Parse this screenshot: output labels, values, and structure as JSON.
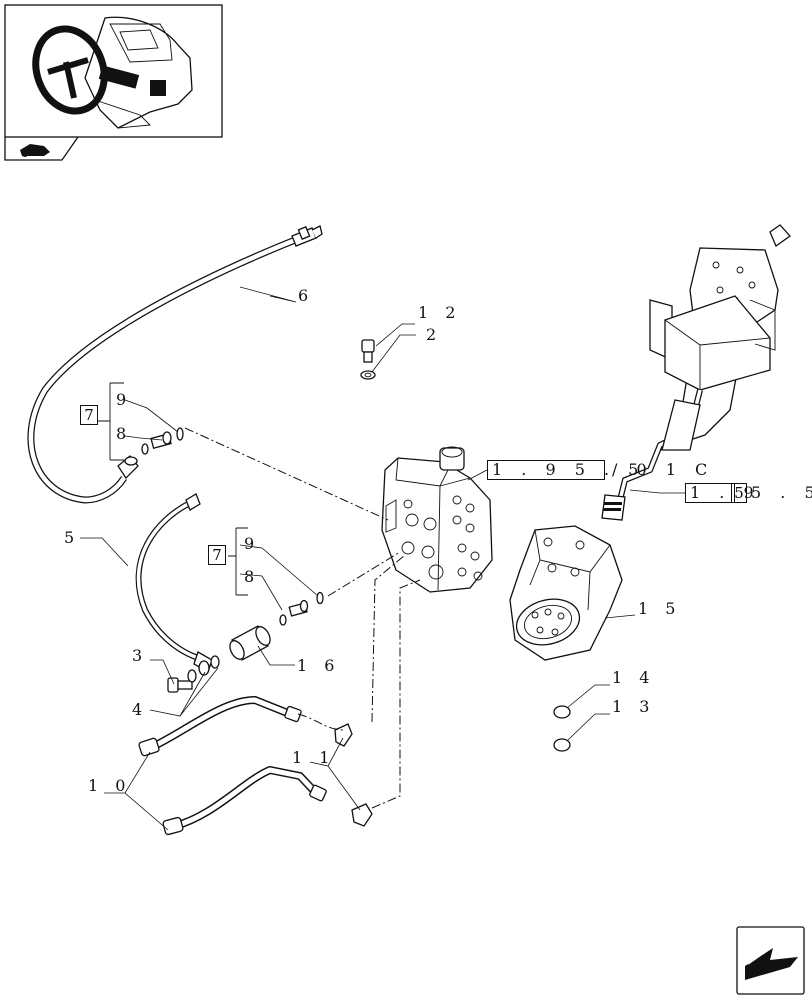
{
  "callouts": {
    "c1": "6",
    "c2": "1 2",
    "c3": "2",
    "c4": "9",
    "c5": "8",
    "c6": "7",
    "c7": "5",
    "c8": "9",
    "c9": "8",
    "c10": "7",
    "c11": "3",
    "c12": "4",
    "c13": "1 6",
    "c14": "1 0",
    "c15": "1 1",
    "c16": "1 5",
    "c17": "1 4",
    "c18": "1 3"
  },
  "references": {
    "ref1_main": "1 . 9 5 . 5",
    "ref1_suffix": "/ 0 1 C",
    "ref2_main": "1 . 9",
    "ref2_boxed": "5",
    "ref2_suffix": "5 . 5"
  },
  "icons": {
    "thumbnail": "steering-column-thumbnail",
    "section": "tractor-section-icon",
    "nav": "next-page-arrow-icon"
  }
}
